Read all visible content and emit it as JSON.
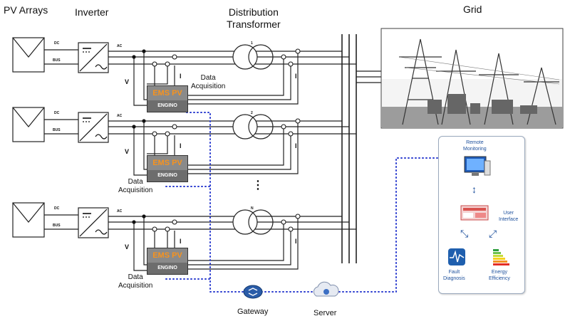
{
  "headings": {
    "pv_arrays": "PV Arrays",
    "inverter": "Inverter",
    "distribution_transformer": "Distribution\nTransformer",
    "grid": "Grid"
  },
  "rows": [
    {
      "dc": "DC",
      "bus": "BUS",
      "ac": "AC",
      "transformer_num": "1",
      "v": "V",
      "i_left": "I",
      "i_right": "I",
      "acq": "Data\nAcquisition"
    },
    {
      "dc": "DC",
      "bus": "BUS",
      "ac": "AC",
      "transformer_num": "2",
      "v": "V",
      "i_left": "I",
      "i_right": "I",
      "acq": "Data\nAcquisition"
    },
    {
      "dc": "DC",
      "bus": "BUS",
      "ac": "AC",
      "transformer_num": "N",
      "v": "V",
      "i_left": "I",
      "i_right": "I",
      "acq": "Data\nAcquisition"
    }
  ],
  "ems": {
    "title": "EMS PV",
    "brand": "ENGINO"
  },
  "ellipsis": "⋮",
  "network": {
    "gateway": "Gateway",
    "server": "Server"
  },
  "remote": {
    "monitoring": "Remote\nMonitoring",
    "user_interface": "User\nInterface",
    "fault_diagnosis": "Fault\nDiagnosis",
    "energy_efficiency": "Energy\nEfficiency"
  },
  "colors": {
    "link": "#2b3ccf",
    "ems_label": "#f7931e",
    "panel_border": "#9aa9bd"
  }
}
